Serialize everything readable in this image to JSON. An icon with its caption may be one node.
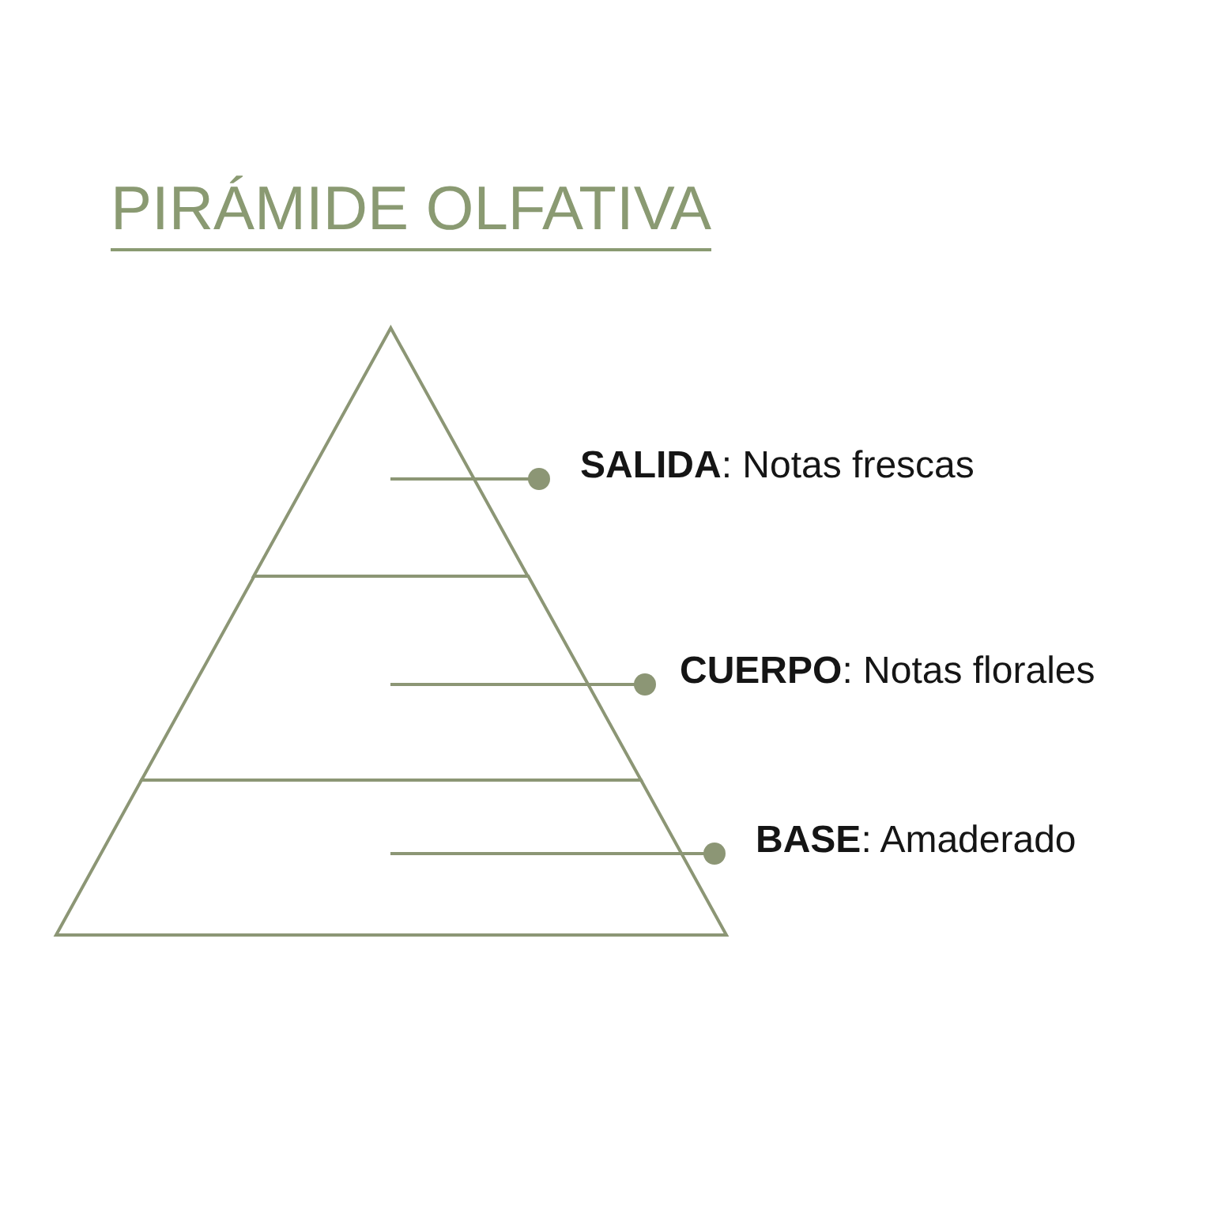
{
  "diagram": {
    "title": "PIRÁMIDE OLFATIVA",
    "nodes": [
      {
        "text": [],
        "shape": "triangle"
      },
      {
        "text": [],
        "shape": "trapezoid"
      },
      {
        "text": [],
        "shape": "trapezoid"
      },
      {
        "text": [
          "**SALIDA**: Notas frescas"
        ]
      },
      {
        "text": [
          "**CUERPO**: Notas florales"
        ]
      },
      {
        "text": [
          "**BASE**: Amaderado"
        ]
      }
    ],
    "edges": [
      {
        "from": 3,
        "to": 0,
        "arrow": "other"
      },
      {
        "from": 4,
        "to": 1,
        "arrow": "other"
      },
      {
        "from": 5,
        "to": 2,
        "arrow": "other"
      }
    ]
  }
}
